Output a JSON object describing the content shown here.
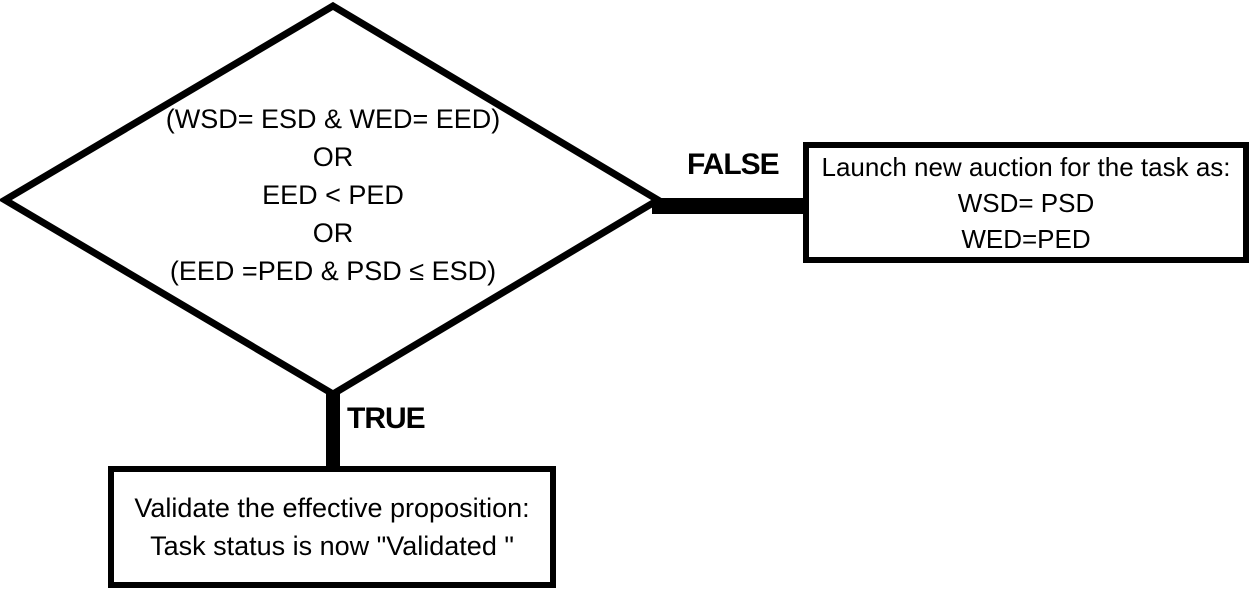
{
  "diagram": {
    "background_color": "#ffffff",
    "stroke_color": "#000000",
    "decision": {
      "lines": [
        "(WSD= ESD & WED= EED)",
        "OR",
        "EED < PED",
        "OR",
        "(EED =PED & PSD ≤ ESD)"
      ]
    },
    "false_branch": {
      "label": "FALSE",
      "box_lines": [
        "Launch new auction for the task as:",
        "WSD= PSD",
        "WED=PED"
      ]
    },
    "true_branch": {
      "label": "TRUE",
      "box_lines": [
        "Validate the effective proposition:",
        "Task status is now \"Validated \""
      ]
    }
  }
}
